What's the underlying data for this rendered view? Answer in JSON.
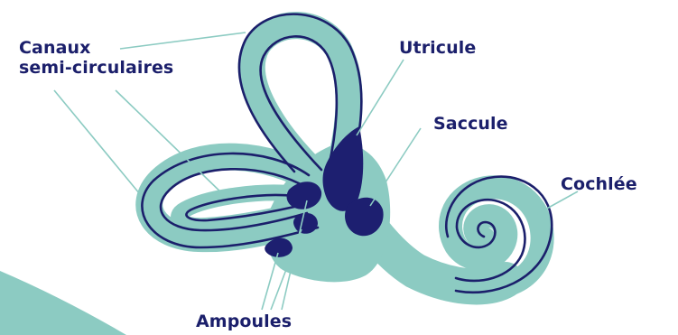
{
  "labels": {
    "canaux_line1": "Canaux",
    "canaux_line2": "semi-circulaires",
    "utricule": "Utricule",
    "saccule": "Saccule",
    "cochlee": "Cochlée",
    "ampoules": "Ampoules"
  },
  "colors": {
    "fill": "#8ccbc2",
    "outline": "#1b1f6b",
    "ampulla": "#1d1f70",
    "leader": "#8ccbc2",
    "corner": "#8ccbc2"
  }
}
